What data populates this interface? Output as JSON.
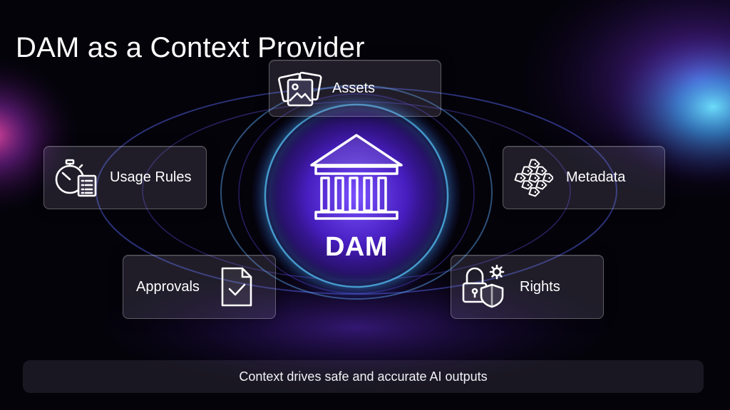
{
  "slide": {
    "title": "DAM as a Context Provider",
    "center_label": "DAM",
    "footer": "Context drives safe and accurate AI outputs"
  },
  "nodes": {
    "assets": {
      "label": "Assets",
      "icon": "image-stack-icon"
    },
    "usage": {
      "label": "Usage Rules",
      "icon": "stopwatch-checklist-icon"
    },
    "metadata": {
      "label": "Metadata",
      "icon": "tag-grid-icon"
    },
    "approvals": {
      "label": "Approvals",
      "icon": "document-check-icon"
    },
    "rights": {
      "label": "Rights",
      "icon": "lock-shield-icon"
    }
  },
  "colors": {
    "background": "#04030a",
    "glow_cyan": "#3fd4ff",
    "glow_purple": "#7b3cff",
    "glow_magenta": "#ff3fae"
  }
}
